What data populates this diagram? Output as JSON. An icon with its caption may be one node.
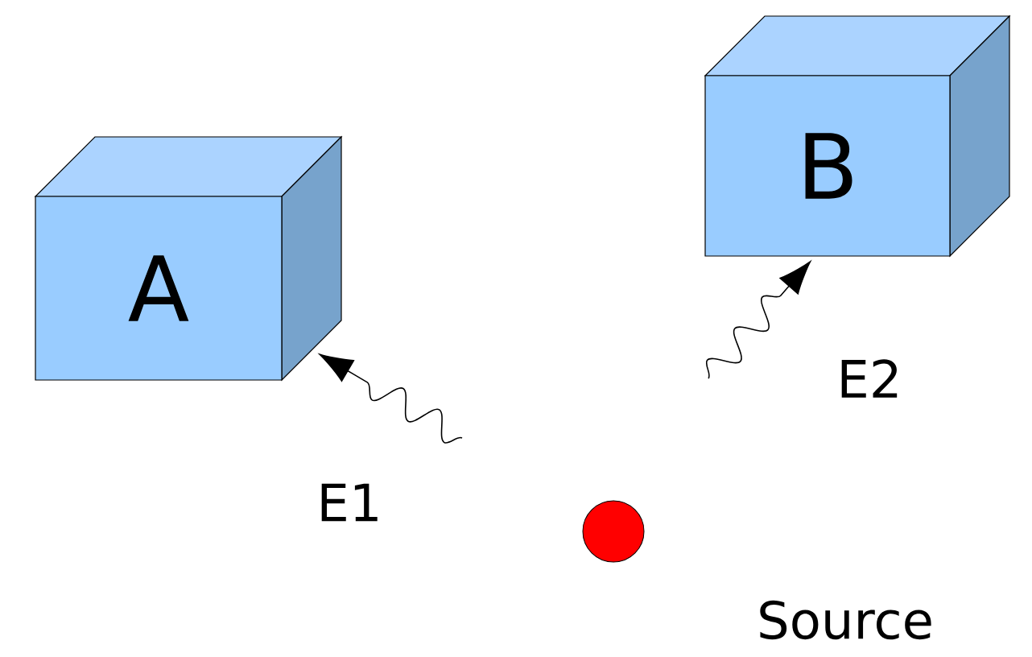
{
  "diagram": {
    "nodes": [
      {
        "text": [
          "A"
        ]
      },
      {
        "text": [
          "B"
        ]
      },
      {
        "text": [],
        "shape": "circle",
        "beside": [
          "Source"
        ]
      }
    ],
    "edges": [
      {
        "from": null,
        "to": 0,
        "arrow": "to",
        "label": "E1"
      },
      {
        "from": null,
        "to": 1,
        "arrow": "to",
        "label": "E2"
      }
    ]
  }
}
